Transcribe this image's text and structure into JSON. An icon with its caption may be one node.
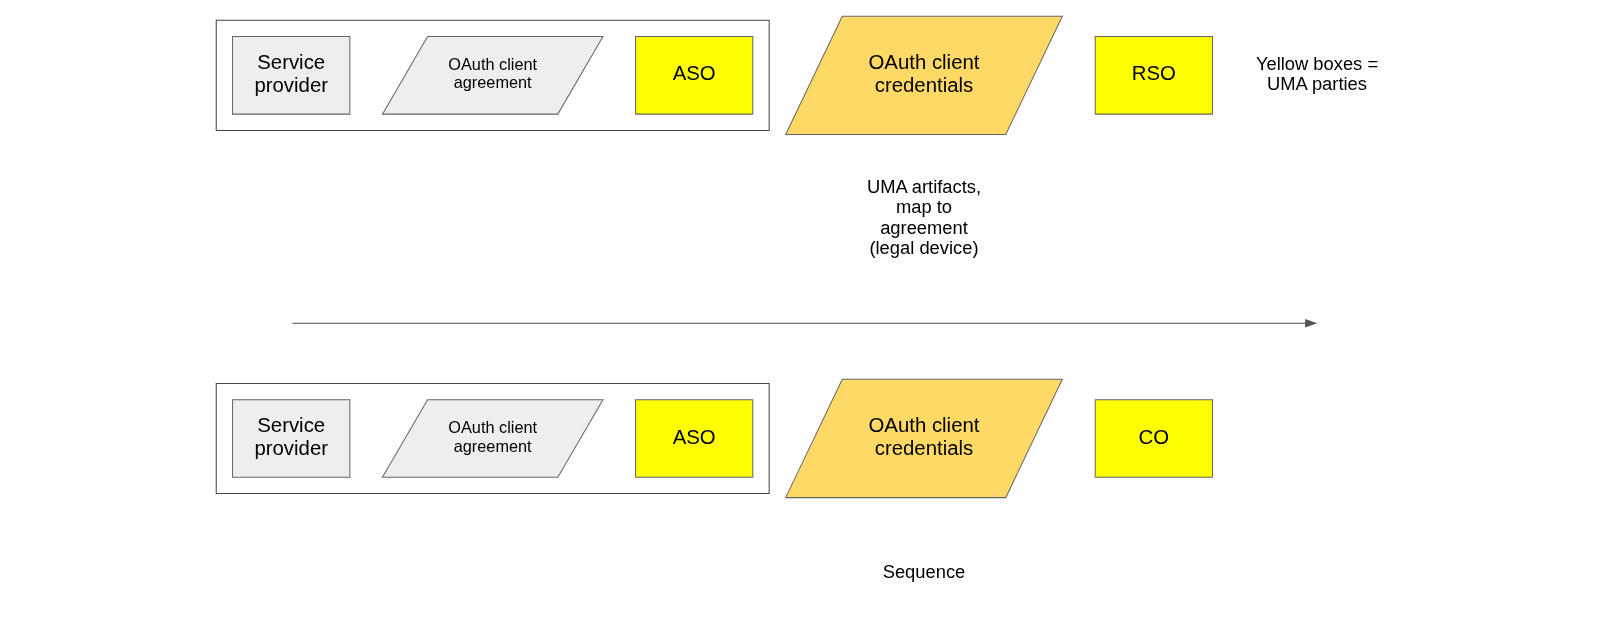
{
  "diagram": {
    "nodes": [
      {
        "text": [],
        "shape": "box"
      },
      {
        "text": [
          "Service provider"
        ],
        "in": 0
      },
      {
        "text": [
          "OAuth client agreement"
        ],
        "in": 0
      },
      {
        "text": [
          "ASO"
        ],
        "in": 0
      },
      {
        "text": [
          "OAuth client credentials"
        ]
      },
      {
        "text": [
          "RSO"
        ]
      },
      {
        "text": [],
        "shape": "box"
      },
      {
        "text": [
          "Service provider"
        ],
        "in": 6
      },
      {
        "text": [
          "OAuth client agreement"
        ],
        "in": 6
      },
      {
        "text": [
          "ASO"
        ],
        "in": 6
      },
      {
        "text": [
          "OAuth client credentials"
        ]
      },
      {
        "text": [
          "CO"
        ]
      }
    ],
    "labels": [
      "Yellow boxes = UMA parties",
      "UMA artifacts, map to agreement (legal device)",
      "Sequence"
    ]
  }
}
